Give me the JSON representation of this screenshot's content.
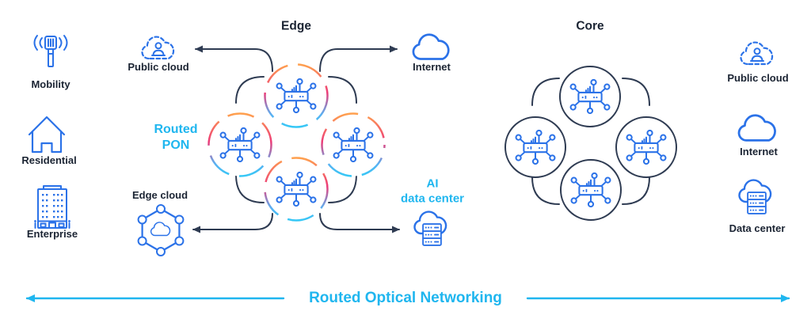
{
  "colors": {
    "icon_blue": "#2b72e8",
    "accent_cyan": "#1fb6ef",
    "dark_navy": "#2e3b52",
    "label_color": "#1b2433",
    "ring_gradient_top": "#ffa14e",
    "ring_gradient_mid": "#ed3c78",
    "ring_gradient_bottom": "#35c8f6"
  },
  "left_column": {
    "items": [
      {
        "label": "Mobility",
        "icon": "mobility-antenna-icon"
      },
      {
        "label": "Residential",
        "icon": "house-icon"
      },
      {
        "label": "Enterprise",
        "icon": "building-icon"
      }
    ]
  },
  "edge": {
    "title": "Edge",
    "routed_pon": {
      "line1": "Routed",
      "line2": "PON"
    },
    "public_cloud_label": "Public cloud",
    "internet_label": "Internet",
    "edge_cloud_label": "Edge cloud",
    "ai_data_center": {
      "line1": "AI",
      "line2": "data center"
    },
    "node_count": 4,
    "node_icon": "router-icon",
    "ring_style": "dashed-gradient"
  },
  "core": {
    "title": "Core",
    "node_count": 4,
    "node_icon": "router-icon",
    "ring_style": "solid-dark"
  },
  "right_column": {
    "items": [
      {
        "label": "Public cloud",
        "icon": "public-cloud-user-icon"
      },
      {
        "label": "Internet",
        "icon": "cloud-icon"
      },
      {
        "label": "Data center",
        "icon": "cloud-server-icon"
      }
    ]
  },
  "footer": {
    "title": "Routed Optical Networking"
  }
}
